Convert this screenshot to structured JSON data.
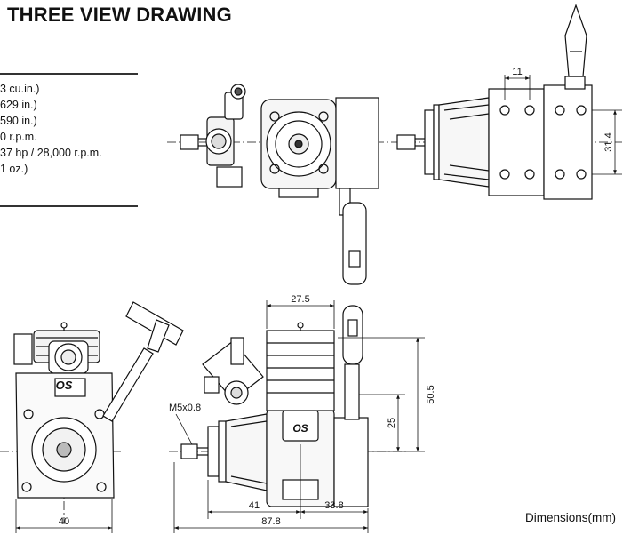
{
  "page": {
    "title": "THREE VIEW DRAWING",
    "dimensions_note": "Dimensions(mm)"
  },
  "specs": [
    "3 cu.in.)",
    "629 in.)",
    "590 in.)",
    "0 r.p.m.",
    "37 hp / 28,000 r.p.m.",
    "1 oz.)"
  ],
  "dimensions": {
    "top_view_11": "11",
    "side_view_31_4": "31.4",
    "front_view_40": "40",
    "side_27_5": "27.5",
    "side_50_5": "50.5",
    "side_25": "25",
    "side_41": "41",
    "side_33_8": "33.8",
    "side_87_8": "87.8",
    "thread_label": "M5x0.8"
  },
  "logo_text": "OS"
}
